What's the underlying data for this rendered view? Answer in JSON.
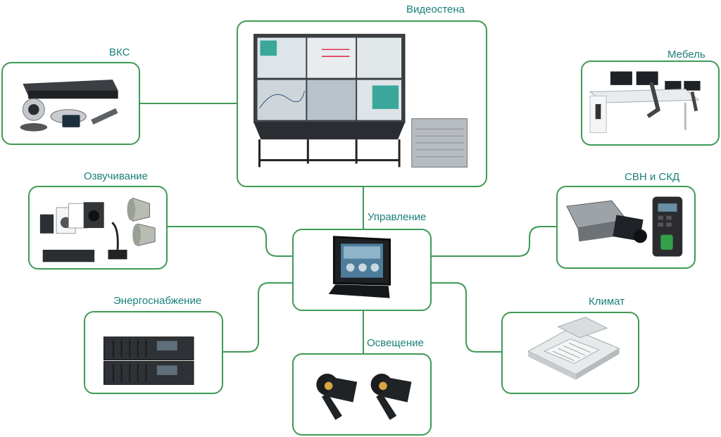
{
  "colors": {
    "connector": "#3f9a55",
    "label": "#1a7f7a",
    "background": "#ffffff"
  },
  "nodes": {
    "video_wall": {
      "label": "Видеостена"
    },
    "vks": {
      "label": "ВКС"
    },
    "furniture": {
      "label": "Мебель"
    },
    "sound": {
      "label": "Озвучивание"
    },
    "control": {
      "label": "Управление"
    },
    "cctv": {
      "label": "СВН и СКД"
    },
    "power": {
      "label": "Энергоснабжение"
    },
    "climate": {
      "label": "Климат"
    },
    "lighting": {
      "label": "Освещение"
    }
  }
}
